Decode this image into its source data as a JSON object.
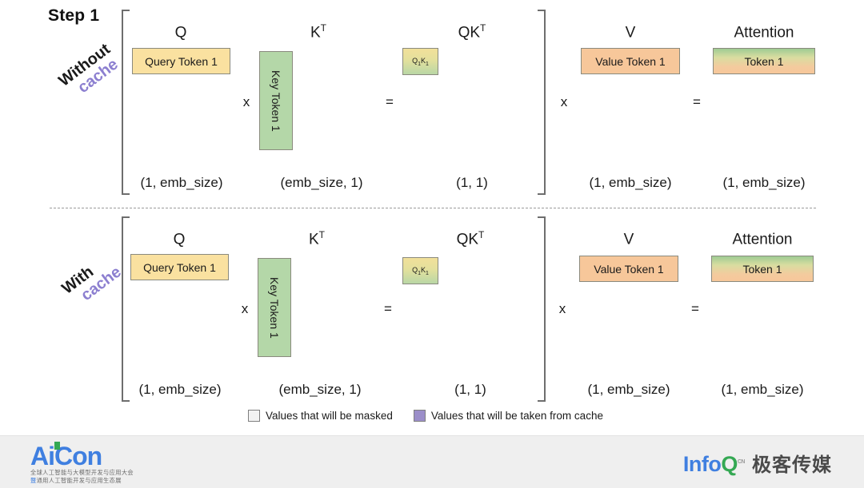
{
  "slide": {
    "title": "Step 1"
  },
  "rows": [
    {
      "id": "without-cache",
      "label_line1": "Without",
      "label_line2": "cache",
      "columns": [
        {
          "id": "q",
          "header": "Q",
          "header_sup": "",
          "dim": "(1, emb_size)"
        },
        {
          "id": "kt",
          "header": "K",
          "header_sup": "T",
          "dim": "(emb_size, 1)"
        },
        {
          "id": "qkt",
          "header": "QK",
          "header_sup": "T",
          "dim": "(1, 1)"
        },
        {
          "id": "v",
          "header": "V",
          "header_sup": "",
          "dim": "(1, emb_size)"
        },
        {
          "id": "attention",
          "header": "Attention",
          "header_sup": "",
          "dim": "(1, emb_size)"
        }
      ],
      "operators": [
        {
          "id": "op-times-1",
          "symbol": "x"
        },
        {
          "id": "op-equals-1",
          "symbol": "="
        },
        {
          "id": "op-times-2",
          "symbol": "x"
        },
        {
          "id": "op-equals-2",
          "symbol": "="
        }
      ],
      "cells": {
        "query": "Query Token 1",
        "key": "Key Token 1",
        "qk_main": "Q",
        "qk_sub1": "1",
        "qk_mid": "K",
        "qk_sub2": "1",
        "value": "Value Token 1",
        "attention": "Token 1"
      }
    },
    {
      "id": "with-cache",
      "label_line1": "With",
      "label_line2": "cache",
      "columns": [
        {
          "id": "q",
          "header": "Q",
          "header_sup": "",
          "dim": "(1, emb_size)"
        },
        {
          "id": "kt",
          "header": "K",
          "header_sup": "T",
          "dim": "(emb_size, 1)"
        },
        {
          "id": "qkt",
          "header": "QK",
          "header_sup": "T",
          "dim": "(1, 1)"
        },
        {
          "id": "v",
          "header": "V",
          "header_sup": "",
          "dim": "(1, emb_size)"
        },
        {
          "id": "attention",
          "header": "Attention",
          "header_sup": "",
          "dim": "(1, emb_size)"
        }
      ],
      "operators": [
        {
          "id": "op-times-1",
          "symbol": "x"
        },
        {
          "id": "op-equals-1",
          "symbol": "="
        },
        {
          "id": "op-times-2",
          "symbol": "x"
        },
        {
          "id": "op-equals-2",
          "symbol": "="
        }
      ],
      "cells": {
        "query": "Query Token 1",
        "key": "Key Token 1",
        "qk_main": "Q",
        "qk_sub1": "1",
        "qk_mid": "K",
        "qk_sub2": "1",
        "value": "Value Token 1",
        "attention": "Token 1"
      }
    }
  ],
  "legend": {
    "items": [
      {
        "id": "masked",
        "label": "Values that will be masked",
        "color": "#f2f2f2"
      },
      {
        "id": "cache",
        "label": "Values that will be taken from cache",
        "color": "#9b8ec9"
      }
    ]
  },
  "footer": {
    "aicon": {
      "wordmark": "AiCon",
      "subtitle_line1": "全球人工智能与大模型开发与应用大会",
      "subtitle_mark": "暨",
      "subtitle_line2": "通用人工智能开发与应用生态展"
    },
    "infoq": {
      "wordmark_info": "Info",
      "wordmark_q": "Q",
      "trademark": "CN",
      "chinese": "极客传媒"
    }
  },
  "colors": {
    "query": "#fae1a0",
    "key": "#b4d7a8",
    "value": "#f7c79a",
    "cache_purple": "#8c7fd0",
    "bracket": "#6e6e6e",
    "brand_blue": "#3f7fe0",
    "brand_green": "#34a853"
  }
}
